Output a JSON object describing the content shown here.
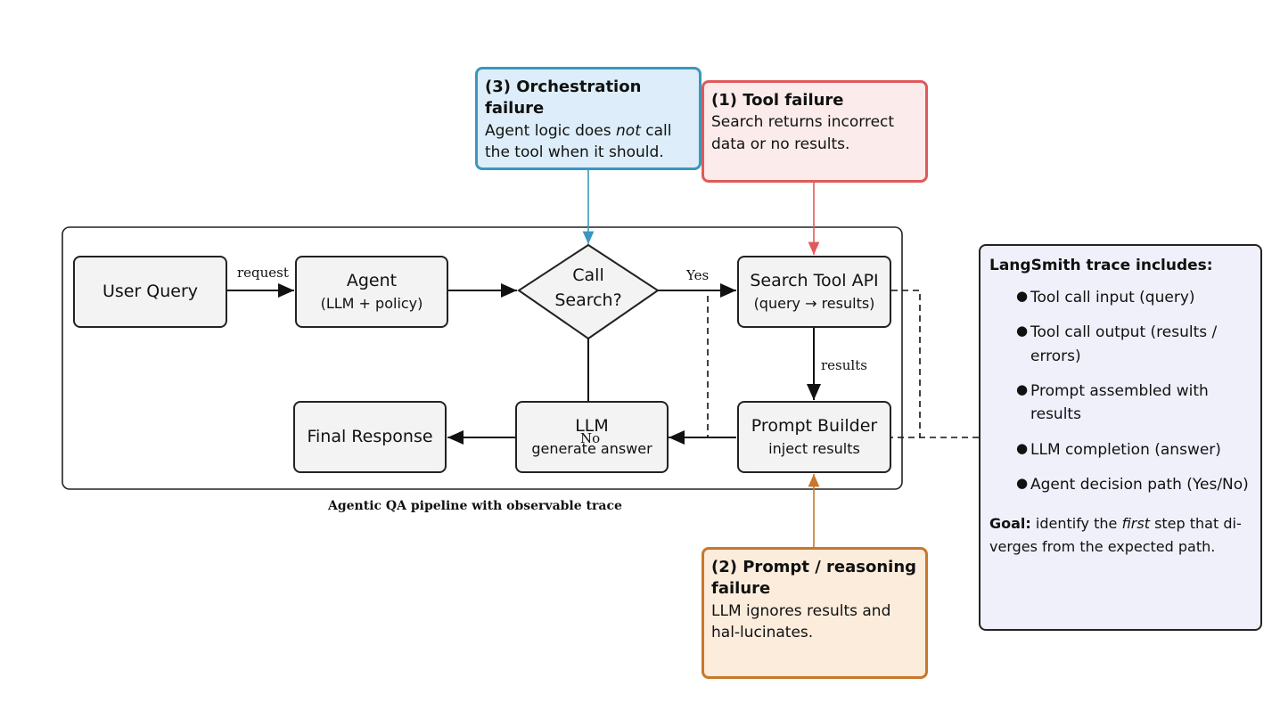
{
  "nodes": {
    "user_query": {
      "title": "User Query"
    },
    "agent": {
      "title": "Agent",
      "sub": "(LLM + policy)"
    },
    "decision": {
      "line1": "Call",
      "line2": "Search?"
    },
    "search_tool": {
      "title": "Search Tool API",
      "sub": "(query → results)"
    },
    "prompt_builder": {
      "title": "Prompt Builder",
      "sub": "inject results"
    },
    "llm": {
      "title": "LLM",
      "sub": "generate answer"
    },
    "final_response": {
      "title": "Final Response"
    }
  },
  "edge_labels": {
    "request": "request",
    "yes": "Yes",
    "no": "No",
    "results": "results"
  },
  "caption": "Agentic QA pipeline with observable trace",
  "callouts": {
    "orchestration": {
      "title": "(3) Orchestration failure",
      "text_a": "Agent logic does ",
      "text_em": "not",
      "text_b": " call the tool when it should."
    },
    "tool": {
      "title": "(1) Tool failure",
      "text": "Search returns incorrect data or no results."
    },
    "prompt": {
      "title": "(2) Prompt / reasoning failure",
      "text": "LLM ignores results and hal-lucinates."
    }
  },
  "trace": {
    "heading": "LangSmith trace includes:",
    "items": [
      "Tool call input (query)",
      "Tool call output (results / errors)",
      "Prompt assembled with results",
      "LLM completion (answer)",
      "Agent decision path (Yes/No)"
    ],
    "goal_label": "Goal:",
    "goal_a": " identify the ",
    "goal_em": "first",
    "goal_b": " step that di-verges from the expected path."
  },
  "colors": {
    "blue": "#3b97bd",
    "red": "#e05a5a",
    "orange": "#c8782a",
    "node_fill": "#f3f3f3"
  }
}
